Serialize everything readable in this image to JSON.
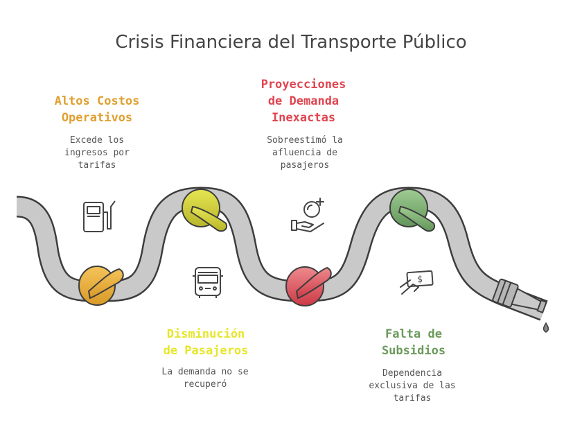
{
  "title": "Crisis Financiera del Transporte Público",
  "items": [
    {
      "label": [
        "Altos Costos",
        "Operativos"
      ],
      "description": [
        "Excede los",
        "ingresos por",
        "tarifas"
      ],
      "color": "#e0a030",
      "icon": "gas-pump-icon"
    },
    {
      "label": [
        "Disminución",
        "de Pasajeros"
      ],
      "description": [
        "La demanda no se",
        "recuperó"
      ],
      "color": "#e6e62a",
      "icon": "bus-icon"
    },
    {
      "label": [
        "Proyecciones",
        "de Demanda",
        "Inexactas"
      ],
      "description": [
        "Sobreestimó la",
        "afluencia de",
        "pasajeros"
      ],
      "color": "#e04550",
      "icon": "hand-coin-icon"
    },
    {
      "label": [
        "Falta de",
        "Subsidios"
      ],
      "description": [
        "Dependencia",
        "exclusiva de las",
        "tarifas"
      ],
      "color": "#6a9a5a",
      "icon": "cash-payment-icon"
    }
  ]
}
